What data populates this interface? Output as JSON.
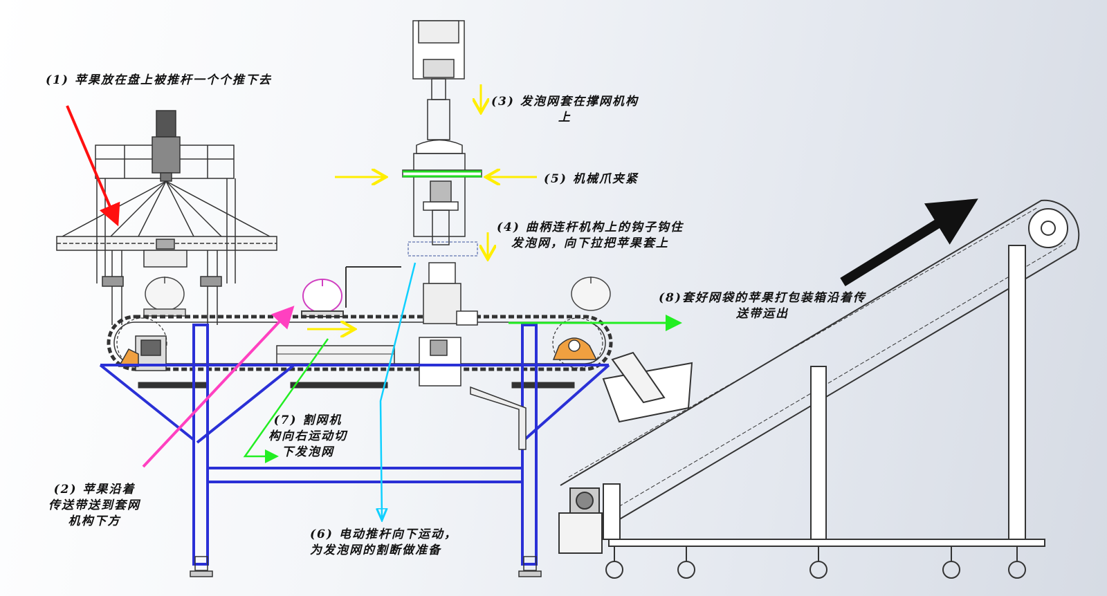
{
  "annotations": {
    "step1": "(1) 苹果放在盘上被推杆一个个推下去",
    "step2": [
      "(2) 苹果沿着",
      "传送带送到套网",
      "机构下方"
    ],
    "step3": [
      "(3) 发泡网套在撑网机构",
      "上"
    ],
    "step4": [
      "(4) 曲柄连杆机构上的钩子钩住",
      "发泡网，向下拉把苹果套上"
    ],
    "step5": "(5) 机械爪夹紧",
    "step6": [
      "(6) 电动推杆向下运动，",
      "为发泡网的割断做准备"
    ],
    "step7": [
      "(7) 割网机",
      "构向右运动切",
      "下发泡网"
    ],
    "step8": [
      "(8)套好网袋的苹果打包装箱沿着传",
      "送带运出"
    ]
  },
  "colors": {
    "frame": "#2a30d6",
    "arrow_step1": "#ff1010",
    "arrow_step2": "#ff40c0",
    "arrow_yellow": "#ffee00",
    "arrow_step6": "#10d0ff",
    "arrow_green": "#22ee22",
    "arrow_output": "#111111",
    "drawing_line": "#333333",
    "bearing_orange": "#f0a040"
  }
}
